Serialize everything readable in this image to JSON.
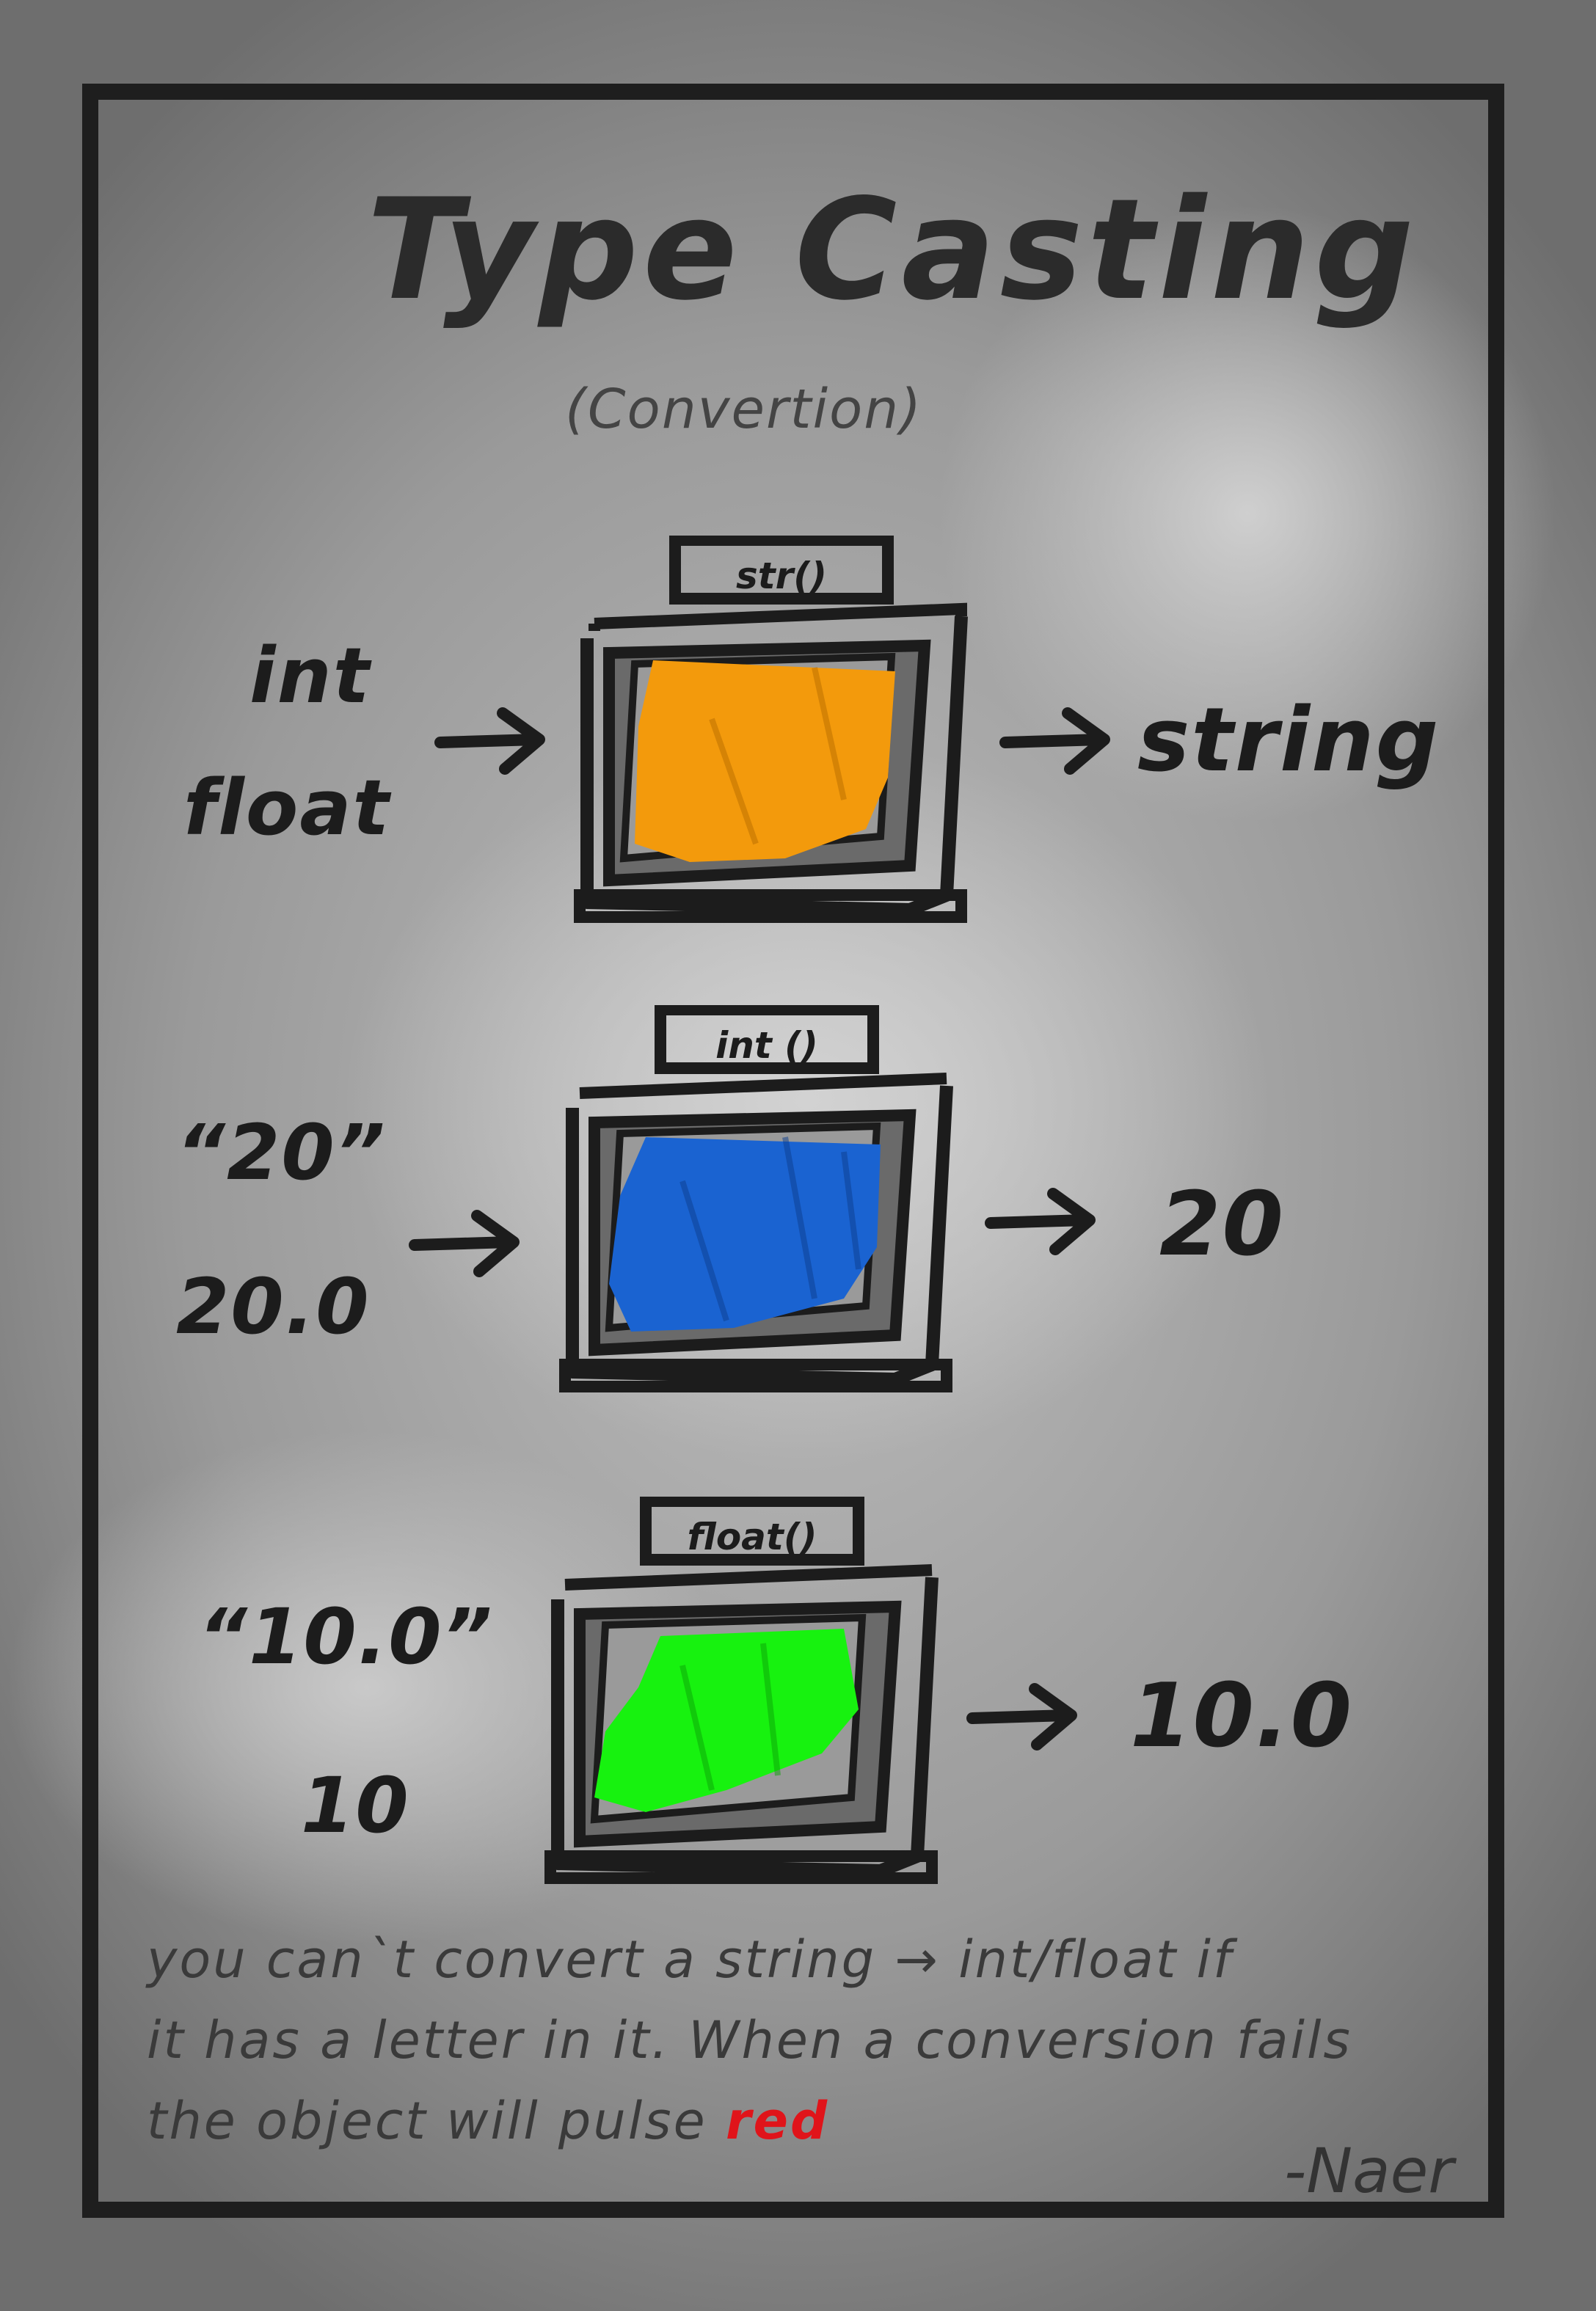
{
  "title": "Type Casting",
  "subtitle": "(Convertion)",
  "colors": {
    "orange": "#f39a0c",
    "blue": "#1a63d1",
    "green": "#17f20f",
    "red": "#e0141a",
    "ink": "#1c1c1c"
  },
  "machines": [
    {
      "label": "str()",
      "inputs": [
        "int",
        "float"
      ],
      "output": "string",
      "fill": "orange"
    },
    {
      "label": "int ()",
      "inputs": [
        "“20”",
        "20.0"
      ],
      "output": "20",
      "fill": "blue"
    },
    {
      "label": "float()",
      "inputs": [
        "“10.0”",
        "10"
      ],
      "output": "10.0",
      "fill": "green"
    }
  ],
  "note": {
    "line1": "you can`t convert a string → int/float if",
    "line2": "it has a letter in it. When a conversion fails",
    "line3_prefix": "the object will pulse",
    "line3_highlight": "red"
  },
  "signature": "-Naer"
}
